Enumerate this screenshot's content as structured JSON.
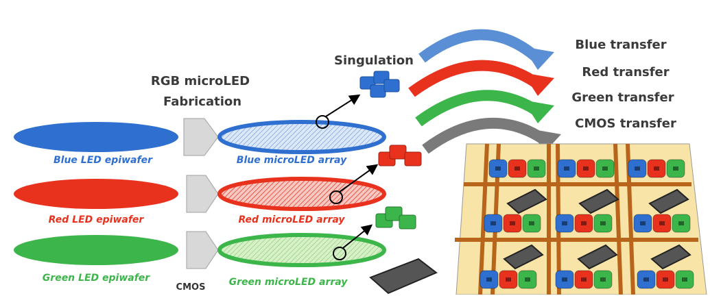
{
  "heading": {
    "line1": "RGB microLED",
    "line2": "Fabrication"
  },
  "singulation": "Singulation",
  "cmos_label": "CMOS",
  "epiwafers": [
    {
      "label": "Blue LED epiwafer",
      "color": "#2e6fd0"
    },
    {
      "label": "Red LED epiwafer",
      "color": "#e8321e"
    },
    {
      "label": "Green LED epiwafer",
      "color": "#3cb54a"
    }
  ],
  "arrays": [
    {
      "label": "Blue microLED array",
      "color": "#2e6fd0"
    },
    {
      "label": "Red microLED array",
      "color": "#e8321e"
    },
    {
      "label": "Green microLED array",
      "color": "#3cb54a"
    }
  ],
  "transfers": [
    {
      "label": "Blue transfer",
      "color": "#5a8fd6"
    },
    {
      "label": "Red transfer",
      "color": "#e8321e"
    },
    {
      "label": "Green transfer",
      "color": "#3cb54a"
    },
    {
      "label": "CMOS transfer",
      "color": "#7a7a7a"
    }
  ],
  "board": {
    "substrate_color": "#f8e4a6",
    "line_color": "#b8651b",
    "chip_color": "#555555"
  }
}
